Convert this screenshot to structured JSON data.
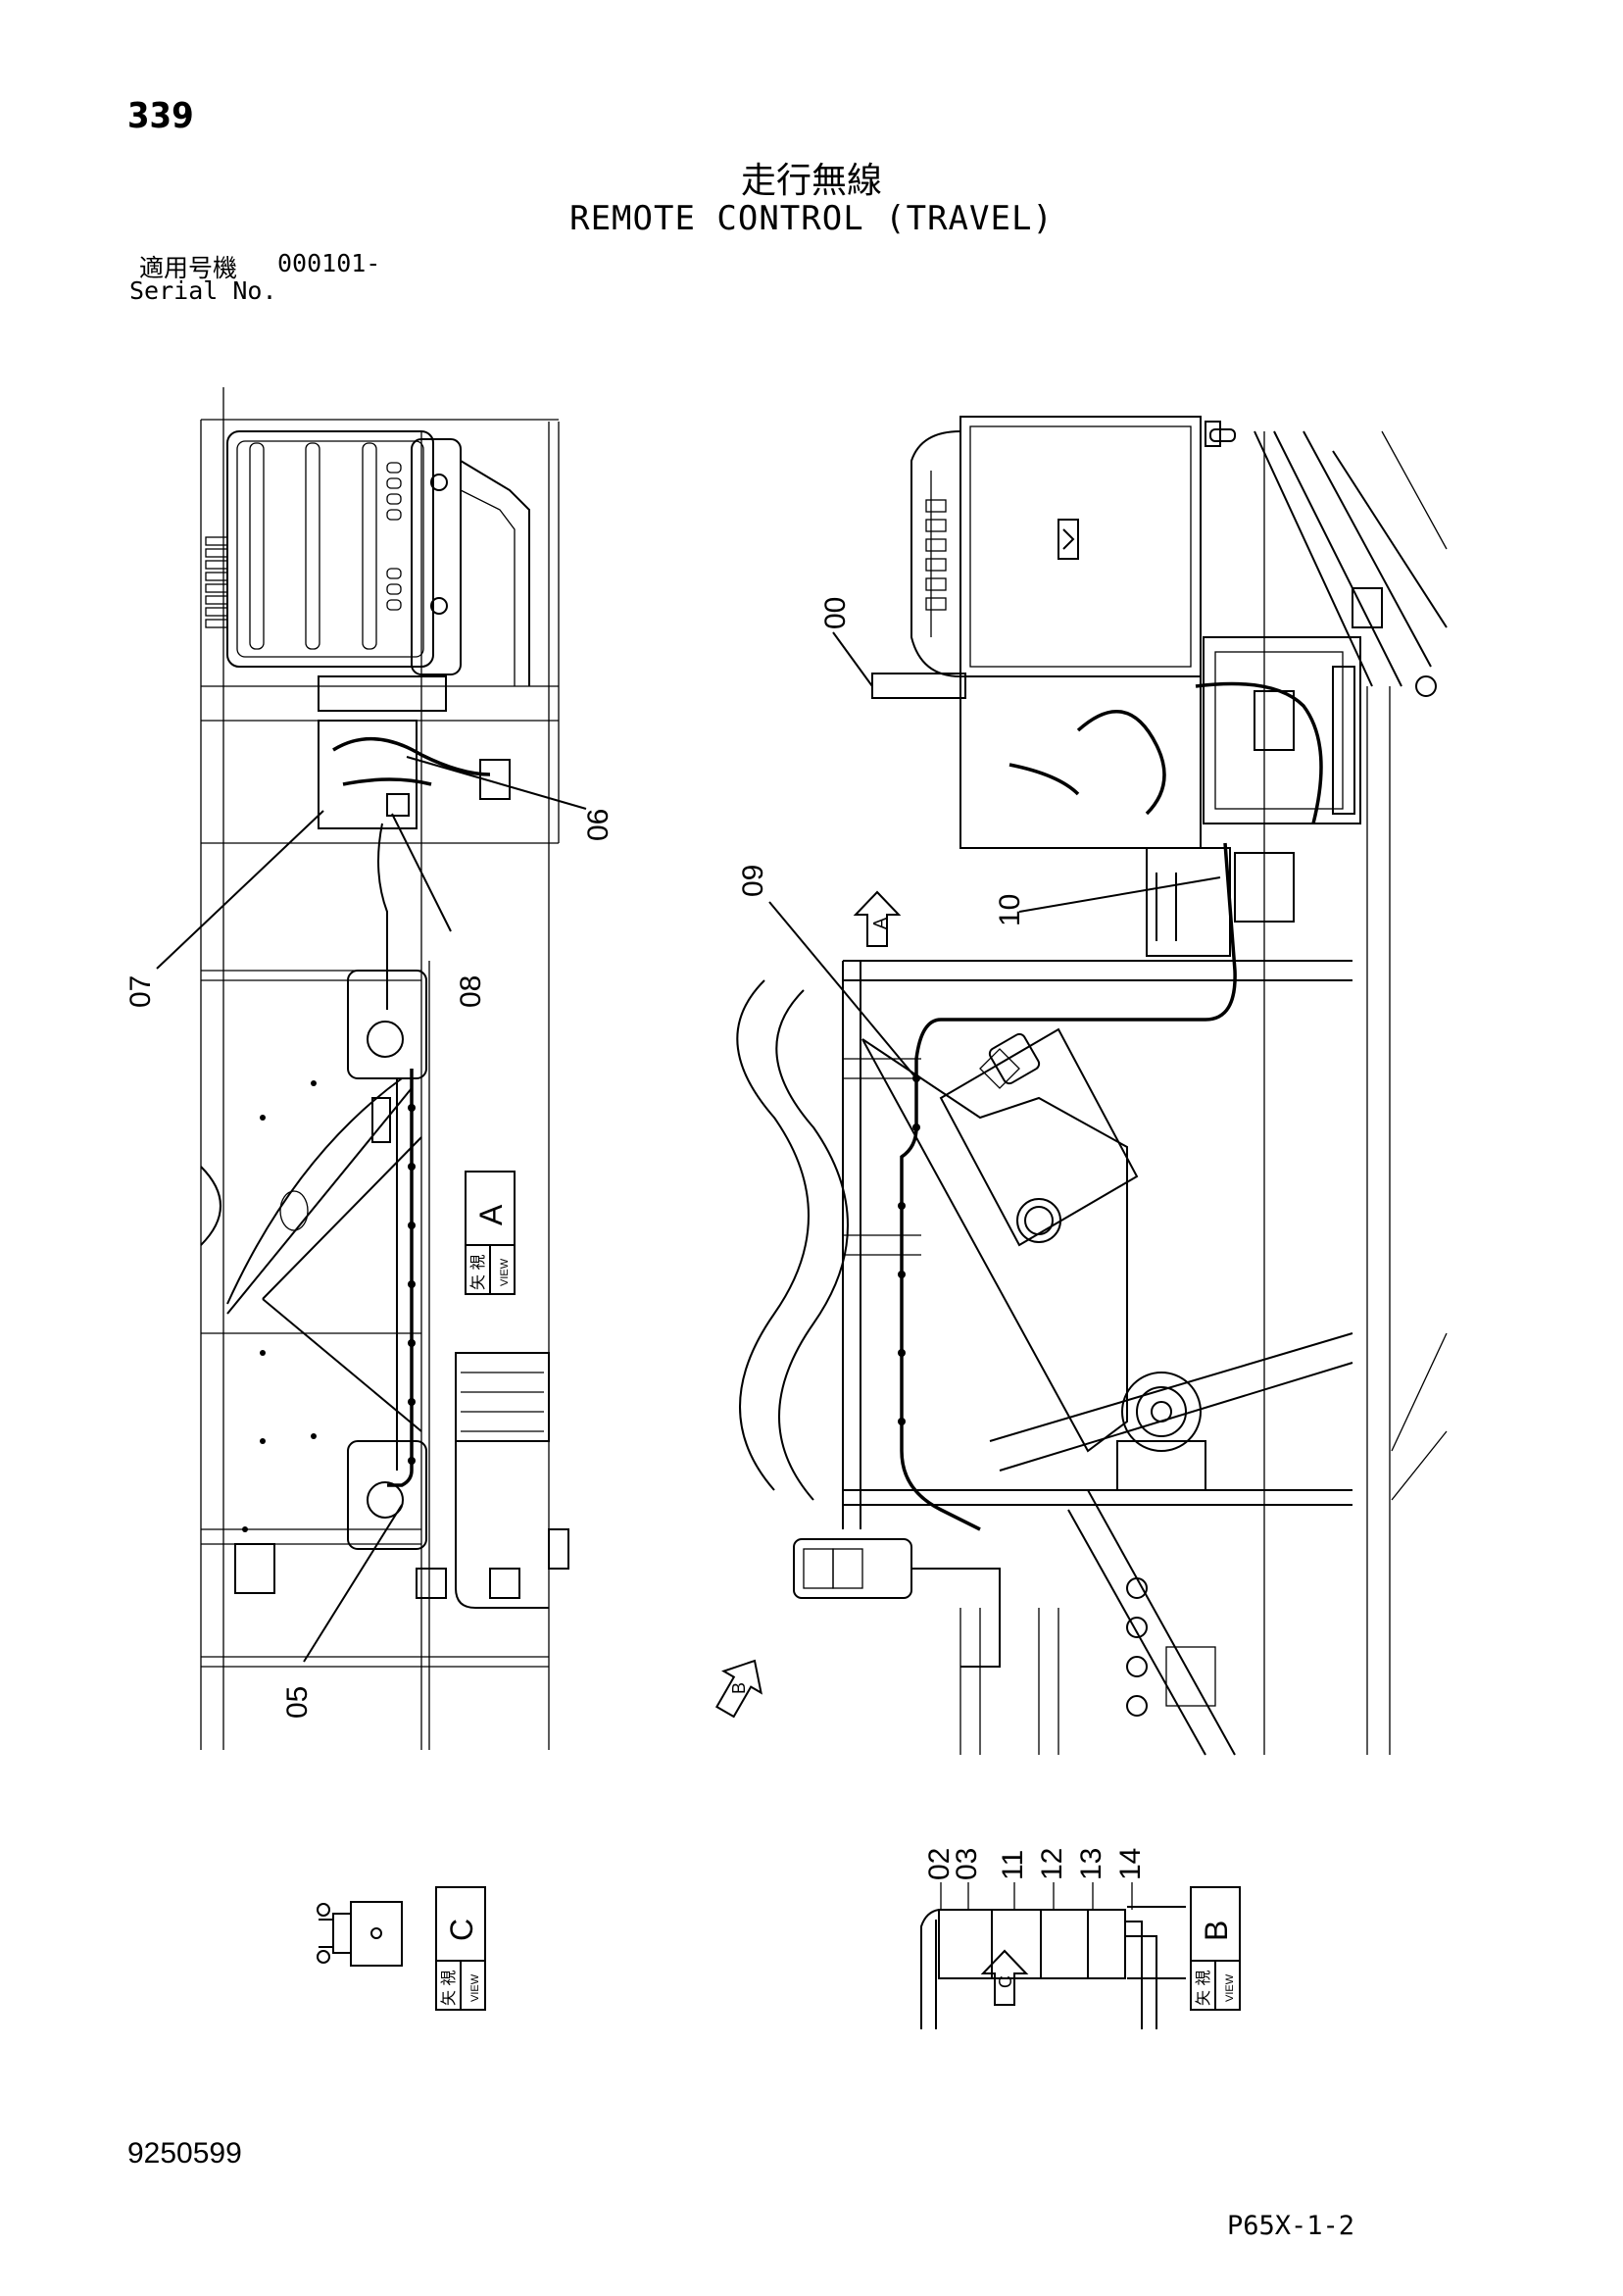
{
  "header": {
    "page_number": "339",
    "title_jp": "走行無線",
    "title_en": "REMOTE CONTROL (TRAVEL)",
    "serial_label_jp": "適用号機",
    "serial_value": "000101-",
    "serial_label_en": "Serial No."
  },
  "callouts": {
    "c00": "00",
    "c05": "05",
    "c06": "06",
    "c07": "07",
    "c08": "08",
    "c09": "09",
    "c10": "10",
    "c_b_group": [
      "02",
      "03",
      "11",
      "12",
      "13",
      "14"
    ]
  },
  "views": {
    "view_a": {
      "letter": "A",
      "kanji": "矢 視",
      "word": "VIEW"
    },
    "view_b": {
      "letter": "B",
      "kanji": "矢 視",
      "word": "VIEW"
    },
    "view_c": {
      "letter": "C",
      "kanji": "矢 視",
      "word": "VIEW"
    }
  },
  "arrows": {
    "arrow_a": "A",
    "arrow_b": "B",
    "arrow_c": "C"
  },
  "footer": {
    "part_number": "9250599",
    "page_code": "P65X-1-2"
  }
}
